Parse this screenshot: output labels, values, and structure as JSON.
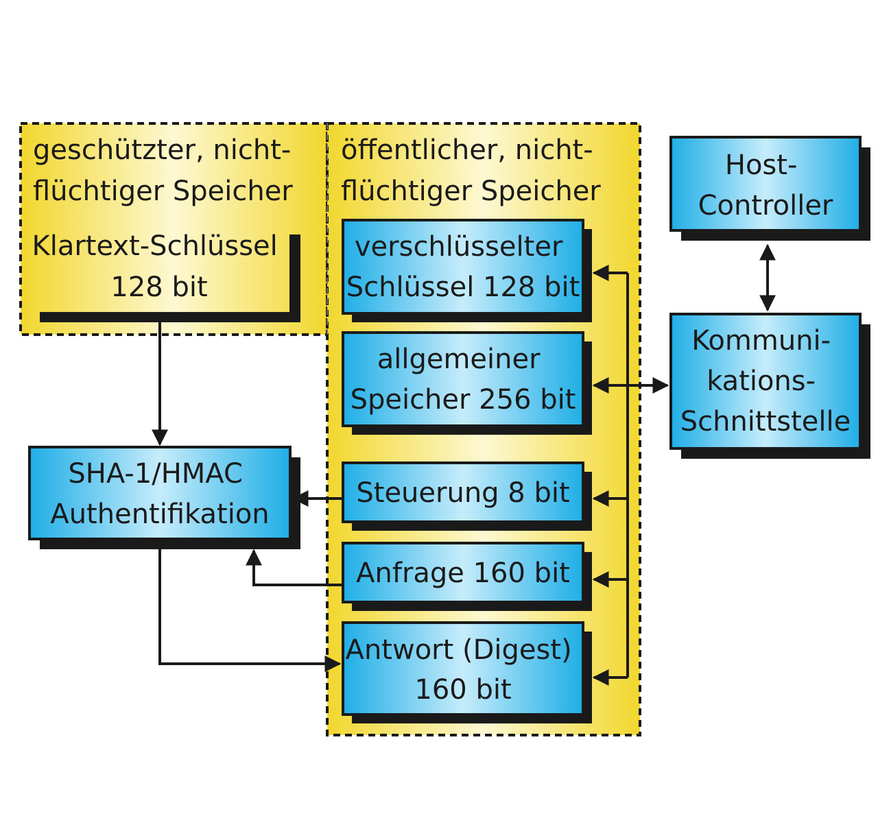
{
  "colors": {
    "region_fill_light": "#fdf8d2",
    "region_fill_dark": "#f2d72e",
    "box_fill_light": "#c6ecfb",
    "box_fill_dark": "#1faee6",
    "stroke": "#1a1a1a",
    "shadow": "#1a1a1a"
  },
  "regions": {
    "protected_memory": [
      "geschützter, nicht-",
      "flüchtiger Speicher"
    ],
    "public_memory": [
      "öffentlicher, nicht-",
      "flüchtiger Speicher"
    ]
  },
  "blocks": {
    "plaintext_key": [
      "Klartext-Schlüssel",
      "128 bit"
    ],
    "encrypted_key": [
      "verschlüsselter",
      "Schlüssel 128 bit"
    ],
    "general_memory": [
      "allgemeiner",
      "Speicher 256 bit"
    ],
    "control": [
      "Steuerung 8 bit"
    ],
    "challenge": [
      "Anfrage 160 bit"
    ],
    "response": [
      "Antwort (Digest)",
      "160 bit"
    ],
    "sha_hmac": [
      "SHA-1/HMAC",
      "Authentifikation"
    ],
    "host_controller": [
      "Host-",
      "Controller"
    ],
    "comm_interface": [
      "Kommuni-",
      "kations-",
      "Schnittstelle"
    ]
  }
}
